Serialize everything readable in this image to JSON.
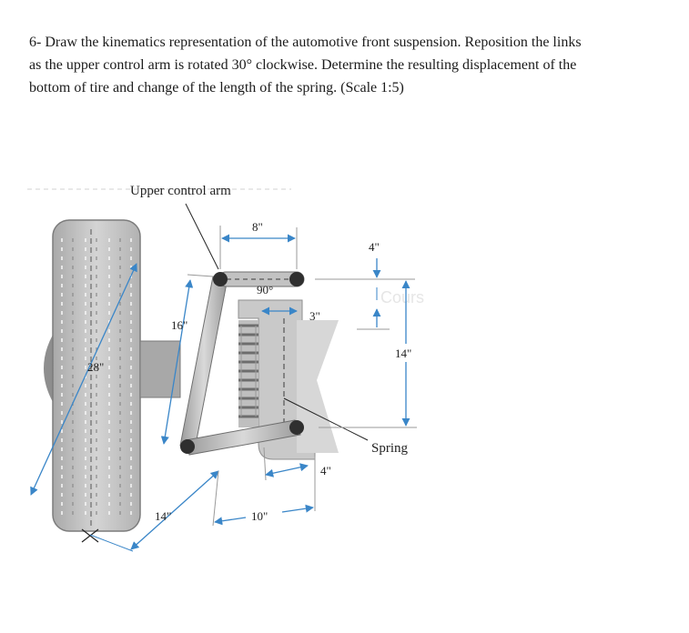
{
  "problem": {
    "line1": "6- Draw the kinematics representation of the automotive front suspension. Reposition the links",
    "line2": "as the upper control arm is rotated 30° clockwise. Determine the resulting displacement of the",
    "line3": "bottom of tire and change of the length of the spring. (Scale 1:5)"
  },
  "figure": {
    "labels": {
      "upper_control_arm": "Upper control arm",
      "spring": "Spring",
      "watermark": "Cours"
    },
    "dimensions": {
      "d_8": "8\"",
      "d_90": "90°",
      "d_4_top": "4\"",
      "d_3": "3\"",
      "d_16": "16\"",
      "d_14_right": "14\"",
      "d_28": "28\"",
      "d_4_bottom": "4\"",
      "d_14_bottom": "14\"",
      "d_10": "10\""
    }
  }
}
